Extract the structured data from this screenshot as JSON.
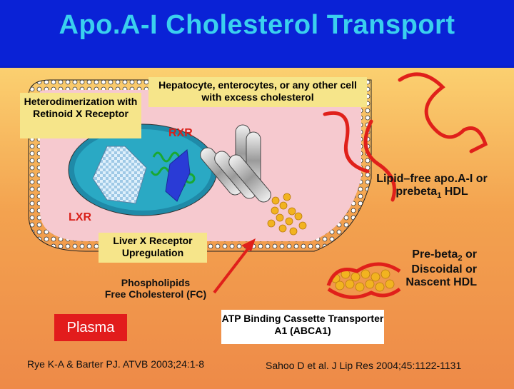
{
  "title": "Apo.A-I Cholesterol Transport",
  "labels": {
    "heterodimerization": "Heterodimerization with Retinoid X Receptor",
    "cell": "Hepatocyte, enterocytes, or any other cell with excess cholesterol",
    "rxr": "RXR",
    "lxr": "LXR",
    "lipid_free": "Lipid–free apo.A-I or",
    "prebeta1_prefix": "prebeta",
    "prebeta1_sub": "1",
    "prebeta1_suffix": " HDL",
    "liver_x": "Liver X Receptor Upregulation",
    "phospholipids": "Phospholipids",
    "free_chol": "Free Cholesterol (FC)",
    "prebeta2_prefix": "Pre-beta",
    "prebeta2_sub": "2",
    "prebeta2_suffix": " or",
    "discoidal": "Discoidal or",
    "nascent": "Nascent HDL",
    "plasma": "Plasma",
    "abca1": "ATP Binding Cassette Transporter A1 (ABCA1)"
  },
  "references": {
    "left": "Rye K-A & Barter PJ. ATVB 2003;24:1-8",
    "right": "Sahoo D et al. J Lip Res 2004;45:1122-1131"
  },
  "colors": {
    "title": "#3ad0ee",
    "background": "#0a20c8",
    "cell": "#f6c9cf",
    "apoA1": "#e0201a",
    "rxr_text": "#d9201a",
    "lxr_text": "#d9201a",
    "box": "#f6e58a",
    "plasma_box": "#e21c1c"
  }
}
